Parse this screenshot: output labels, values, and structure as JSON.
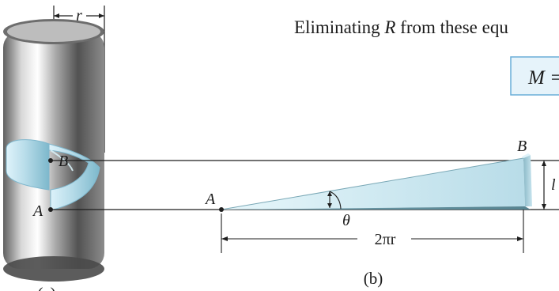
{
  "header": {
    "eliminating_text": "Eliminating ",
    "symbol_R": "R",
    "rest_text": " from these equ"
  },
  "equation_box": {
    "text": "M ="
  },
  "labels": {
    "r_label": "r",
    "B_left": "B",
    "A_left": "A",
    "A_right": "A",
    "B_right": "B",
    "l_label": "l",
    "theta": "θ",
    "two_pi_r": "2πr",
    "caption_b": "(b)",
    "caption_a_partial": "(a)"
  },
  "colors": {
    "equation_box_fill": "#e6f3fa",
    "equation_box_stroke": "#6aaed8",
    "ribbon_fill": "#b7dce9",
    "ribbon_edge": "#7fb7cd",
    "wedge_light": "#d9f0f7",
    "wedge_dark": "#5d8b99",
    "cylinder_light": "#f3f3f3",
    "cylinder_dark": "#3d3d3d",
    "line": "#1e1e1e"
  }
}
